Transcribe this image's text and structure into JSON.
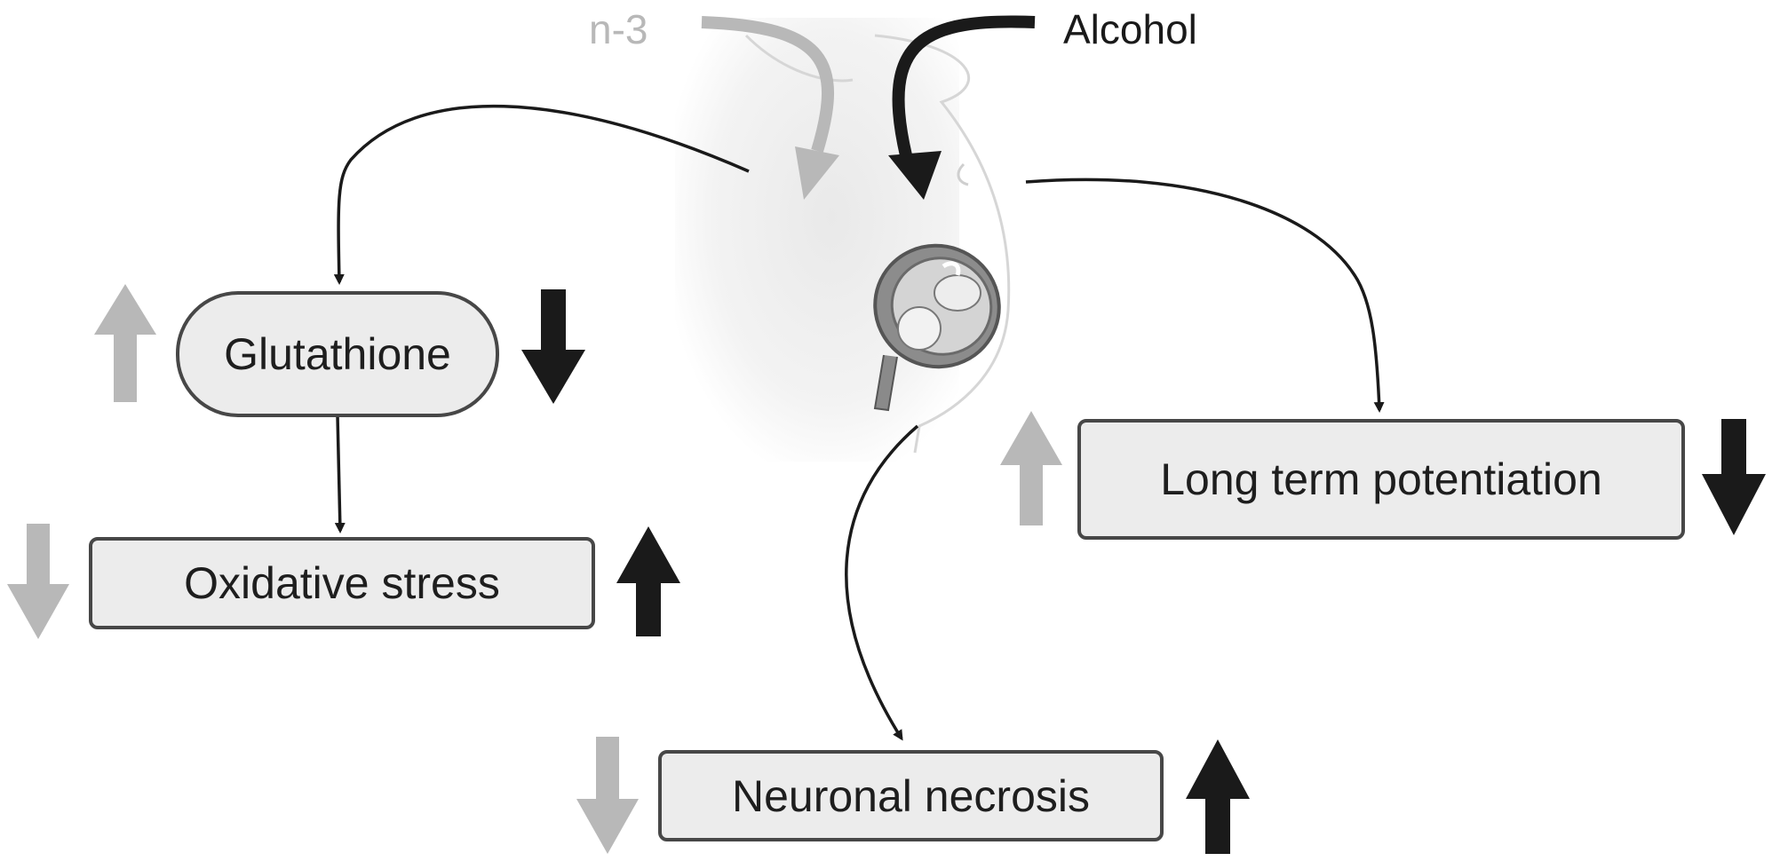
{
  "inputs": {
    "n3": {
      "label": "n-3",
      "color": "#b8b8b8"
    },
    "alcohol": {
      "label": "Alcohol",
      "color": "#1a1a1a"
    }
  },
  "nodes": {
    "glutathione": {
      "label": "Glutathione",
      "n3_effect": "up",
      "alcohol_effect": "down"
    },
    "oxidative_stress": {
      "label": "Oxidative stress",
      "n3_effect": "down",
      "alcohol_effect": "up"
    },
    "long_term_potentiation": {
      "label": "Long term potentiation",
      "n3_effect": "up",
      "alcohol_effect": "down"
    },
    "neuronal_necrosis": {
      "label": "Neuronal necrosis",
      "n3_effect": "down",
      "alcohol_effect": "up"
    }
  },
  "edges": [
    {
      "from": "pregnancy",
      "to": "glutathione"
    },
    {
      "from": "glutathione",
      "to": "oxidative_stress"
    },
    {
      "from": "pregnancy",
      "to": "long_term_potentiation"
    },
    {
      "from": "pregnancy",
      "to": "neuronal_necrosis"
    }
  ],
  "colors": {
    "n3_arrow": "#b8b8b8",
    "alcohol_arrow": "#1a1a1a",
    "box_fill": "#ececec",
    "box_border": "#474747",
    "connector": "#1a1a1a"
  }
}
